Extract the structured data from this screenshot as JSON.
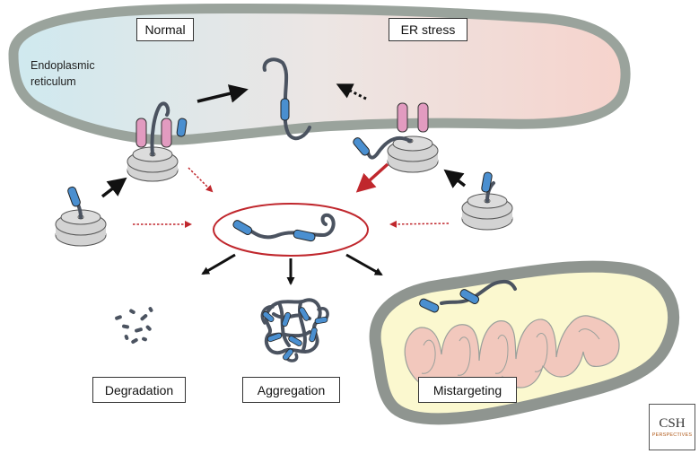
{
  "labels": {
    "normal": "Normal",
    "er_stress": "ER stress",
    "er_name_line1": "Endoplasmic",
    "er_name_line2": "reticulum",
    "degradation": "Degradation",
    "aggregation": "Aggregation",
    "mistargeting": "Mistargeting"
  },
  "logo": {
    "main": "CSH",
    "sub": "PERSPECTIVES"
  },
  "colors": {
    "er_membrane": "#9aa39c",
    "er_lumen_left": "#cfe9ef",
    "er_lumen_right": "#f6d3cc",
    "translocon": "#e29bc0",
    "ribosome": "#d3d3d3",
    "protein_chain": "#4b5360",
    "protein_domain": "#4a8fd0",
    "highlight_ring": "#c0272d",
    "arrow_black": "#111111",
    "arrow_red": "#c0272d",
    "mito_outer": "#8f9590",
    "mito_matrix": "#fbf8cf",
    "mito_cristae": "#f2c8bd"
  }
}
